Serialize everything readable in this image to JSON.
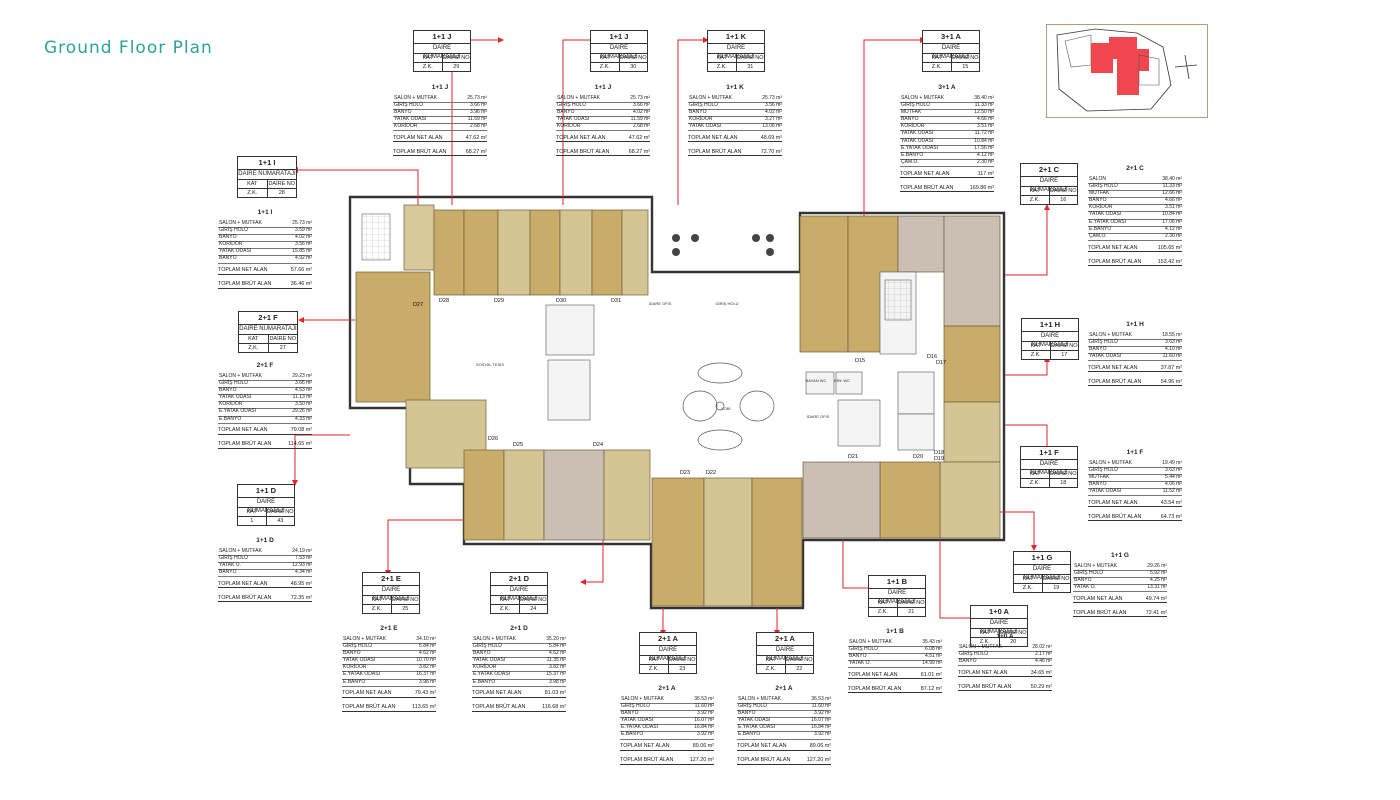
{
  "page": {
    "title": "Ground Floor Plan"
  },
  "labels": {
    "daire_numarataji": "DAİRE NUMARATAJI",
    "kat": "KAT",
    "daire_no": "DAİRE NO",
    "kat_value": "Z.K."
  },
  "colors": {
    "title": "#2aa39a",
    "accent_line": "#e0262a",
    "unit_dark": "#c9ab6a",
    "unit_light": "#d6c594",
    "unit_grey": "#cbbfb3",
    "key_highlight": "#f0464d"
  },
  "plan_rooms": [
    "SOSYAL TESİS",
    "İDARE OFİS",
    "GİRİŞ HOLÜ",
    "LOBİ",
    "BAYAN WC",
    "ERK WC",
    "İDARE OFİS"
  ],
  "doors": [
    "D28",
    "D29",
    "D30",
    "D31",
    "D27",
    "D25",
    "D24",
    "D26",
    "D23",
    "D22",
    "D21",
    "D20",
    "D15",
    "D16",
    "D17",
    "D18",
    "D19"
  ],
  "tags": [
    {
      "type": "1+1 J",
      "floor": "Z.K.",
      "no": "29"
    },
    {
      "type": "1+1 J",
      "floor": "Z.K.",
      "no": "30"
    },
    {
      "type": "1+1 K",
      "floor": "Z.K.",
      "no": "31"
    },
    {
      "type": "3+1 A",
      "floor": "Z.K.",
      "no": "15"
    },
    {
      "type": "1+1 I",
      "floor": "Z.K.",
      "no": "28"
    },
    {
      "type": "2+1 C",
      "floor": "Z.K.",
      "no": "16"
    },
    {
      "type": "2+1 F",
      "floor": "Z.K.",
      "no": "27"
    },
    {
      "type": "1+1 H",
      "floor": "Z.K.",
      "no": "17"
    },
    {
      "type": "1+1 F",
      "floor": "Z.K.",
      "no": "18"
    },
    {
      "type": "1+1 D",
      "floor": "1",
      "no": "43"
    },
    {
      "type": "1+1 G",
      "floor": "Z.K.",
      "no": "19"
    },
    {
      "type": "2+1 E",
      "floor": "Z.K.",
      "no": "25"
    },
    {
      "type": "2+1 D",
      "floor": "Z.K.",
      "no": "24"
    },
    {
      "type": "1+1 B",
      "floor": "Z.K.",
      "no": "21"
    },
    {
      "type": "1+0 A",
      "floor": "Z.K.",
      "no": "20"
    },
    {
      "type": "2+1 A",
      "floor": "Z.K.",
      "no": "23"
    },
    {
      "type": "2+1 A",
      "floor": "Z.K.",
      "no": "22"
    }
  ],
  "schedules": [
    {
      "title": "1+1 J",
      "rows": [
        [
          "SALON + MUTFAK",
          "25.73 m²"
        ],
        [
          "GİRİŞ HOLÜ",
          "3.66 m²"
        ],
        [
          "BANYO",
          "3.96 m²"
        ],
        [
          "YATAK ODASI",
          "11.59 m²"
        ],
        [
          "KORİDOR",
          "2.68 m²"
        ]
      ],
      "net": "47.62 m²",
      "brut": "68.27 m²"
    },
    {
      "title": "1+1 J",
      "rows": [
        [
          "SALON + MUTFAK",
          "25.73 m²"
        ],
        [
          "GİRİŞ HOLÜ",
          "3.66 m²"
        ],
        [
          "BANYO",
          "4.02 m²"
        ],
        [
          "YATAK ODASI",
          "11.59 m²"
        ],
        [
          "KORİDOR",
          "2.68 m²"
        ]
      ],
      "net": "47.62 m²",
      "brut": "68.27 m²"
    },
    {
      "title": "1+1 K",
      "rows": [
        [
          "SALON + MUTFAK",
          "25.73 m²"
        ],
        [
          "GİRİŞ HOLÜ",
          "3.56 m²"
        ],
        [
          "BANYO",
          "4.02 m²"
        ],
        [
          "KORİDOR",
          "3.27 m²"
        ],
        [
          "YATAK ODASI",
          "13.06 m²"
        ]
      ],
      "net": "48.69 m²",
      "brut": "72.70 m²"
    },
    {
      "title": "3+1 A",
      "rows": [
        [
          "SALON + MUTFAK",
          "38.40 m²"
        ],
        [
          "GİRİŞ HOLÜ",
          "11.33 m²"
        ],
        [
          "MUTFAK",
          "12.50 m²"
        ],
        [
          "BANYO",
          "4.66 m²"
        ],
        [
          "KORİDOR",
          "3.51 m²"
        ],
        [
          "YATAK ODASI",
          "11.72 m²"
        ],
        [
          "YATAK ODASI",
          "10.84 m²"
        ],
        [
          "E.YATAK ODASI",
          "17.56 m²"
        ],
        [
          "E.BANYO",
          "4.12 m²"
        ],
        [
          "ÇAM.O.",
          "2.30 m²"
        ]
      ],
      "net": "117 m²",
      "brut": "169.86 m²"
    },
    {
      "title": "1+1 I",
      "rows": [
        [
          "SALON + MUTFAK",
          "25.73 m²"
        ],
        [
          "GİRİŞ HOLÜ",
          "3.59 m²"
        ],
        [
          "BANYO",
          "4.02 m²"
        ],
        [
          "KORİDOR",
          "3.56 m²"
        ],
        [
          "YATAK ODASI",
          "15.85 m²"
        ],
        [
          "BANYO",
          "4.92 m²"
        ]
      ],
      "net": "57.66 m²",
      "brut": "36.46 m²"
    },
    {
      "title": "2+1 C",
      "rows": [
        [
          "SALON",
          "38.40 m²"
        ],
        [
          "GİRİŞ HOLÜ",
          "11.33 m²"
        ],
        [
          "MUTFAK",
          "12.66 m²"
        ],
        [
          "BANYO",
          "4.66 m²"
        ],
        [
          "KORİDOR",
          "3.51 m²"
        ],
        [
          "YATAK ODASI",
          "10.84 m²"
        ],
        [
          "E.YATAK ODASI",
          "17.06 m²"
        ],
        [
          "E.BANYO",
          "4.12 m²"
        ],
        [
          "ÇAM.O.",
          "2.30 m²"
        ]
      ],
      "net": "105.65 m²",
      "brut": "153.42 m²"
    },
    {
      "title": "2+1 F",
      "rows": [
        [
          "SALON + MUTFAK",
          "29.23 m²"
        ],
        [
          "GİRİŞ HOLÜ",
          "3.66 m²"
        ],
        [
          "BANYO",
          "4.53 m²"
        ],
        [
          "YATAK ODASI",
          "11.13 m²"
        ],
        [
          "KORİDOR",
          "3.50 m²"
        ],
        [
          "E.YATAK ODASI",
          "29.26 m²"
        ],
        [
          "E.BANYO",
          "4.33 m²"
        ]
      ],
      "net": "79.08 m²",
      "brut": "114.65 m²"
    },
    {
      "title": "1+1 H",
      "rows": [
        [
          "SALON + MUTFAK",
          "18.55 m²"
        ],
        [
          "GİRİŞ HOLÜ",
          "3.63 m²"
        ],
        [
          "BANYO",
          "4.10 m²"
        ],
        [
          "YATAK ODASI",
          "11.60 m²"
        ]
      ],
      "net": "37.87 m²",
      "brut": "54.96 m²"
    },
    {
      "title": "1+1 F",
      "rows": [
        [
          "SALON + MUTFAK",
          "19.49 m²"
        ],
        [
          "GİRİŞ HOLÜ",
          "3.63 m²"
        ],
        [
          "MUTFAK",
          "5.44 m²"
        ],
        [
          "BANYO",
          "4.06 m²"
        ],
        [
          "YATAK ODASI",
          "11.52 m²"
        ]
      ],
      "net": "43.54 m²",
      "brut": "64.73 m²"
    },
    {
      "title": "1+1 D",
      "rows": [
        [
          "SALON + MUTFAK",
          "24.19 m²"
        ],
        [
          "GİRİŞ HOLÜ",
          "7.53 m²"
        ],
        [
          "YATAK O.",
          "12.93 m²"
        ],
        [
          "BANYO",
          "4.34 m²"
        ]
      ],
      "net": "48.95 m²",
      "brut": "72.35 m²"
    },
    {
      "title": "1+1 G",
      "rows": [
        [
          "SALON + MUTFAK",
          "29.26 m²"
        ],
        [
          "GİRİŞ HOLÜ",
          "5.92 m²"
        ],
        [
          "BANYO",
          "4.25 m²"
        ],
        [
          "YATAK O.",
          "13.31 m²"
        ]
      ],
      "net": "49.74 m²",
      "brut": "72.41 m²"
    },
    {
      "title": "2+1 E",
      "rows": [
        [
          "SALON + MUTFAK",
          "34.10 m²"
        ],
        [
          "GİRİŞ HOLÜ",
          "5.84 m²"
        ],
        [
          "BANYO",
          "4.62 m²"
        ],
        [
          "YATAK ODASI",
          "10.70 m²"
        ],
        [
          "KORİDOR",
          "3.82 m²"
        ],
        [
          "E.YATAK ODASI",
          "16.37 m²"
        ],
        [
          "E.BANYO",
          "3.98 m²"
        ]
      ],
      "net": "79.43 m²",
      "brut": "113.65 m²"
    },
    {
      "title": "2+1 D",
      "rows": [
        [
          "SALON + MUTFAK",
          "35.20 m²"
        ],
        [
          "GİRİŞ HOLÜ",
          "5.84 m²"
        ],
        [
          "BANYO",
          "4.62 m²"
        ],
        [
          "YATAK ODASI",
          "11.35 m²"
        ],
        [
          "KORİDOR",
          "3.82 m²"
        ],
        [
          "E.YATAK ODASI",
          "15.37 m²"
        ],
        [
          "E.BANYO",
          "3.98 m²"
        ]
      ],
      "net": "81.03 m²",
      "brut": "116.68 m²"
    },
    {
      "title": "1+1 B",
      "rows": [
        [
          "SALON + MUTFAK",
          "35.43 m²"
        ],
        [
          "GİRİŞ HOLÜ",
          "6.08 m²"
        ],
        [
          "BANYO",
          "4.51 m²"
        ],
        [
          "YATAK O.",
          "14.99 m²"
        ]
      ],
      "net": "61.01 m²",
      "brut": "87.12 m²"
    },
    {
      "title": "1+0 A",
      "rows": [
        [
          "SALON + MUTFAK",
          "28.02 m²"
        ],
        [
          "GİRİŞ HOLÜ",
          "2.17 m²"
        ],
        [
          "BANYO",
          "4.46 m²"
        ]
      ],
      "net": "34.65 m²",
      "brut": "50.29 m²"
    },
    {
      "title": "2+1 A",
      "rows": [
        [
          "SALON + MUTFAK",
          "36.53 m²"
        ],
        [
          "GİRİŞ HOLÜ",
          "11.60 m²"
        ],
        [
          "BANYO",
          "3.92 m²"
        ],
        [
          "YATAK ODASI",
          "16.07 m²"
        ],
        [
          "E.YATAK ODASI",
          "16.84 m²"
        ],
        [
          "E.BANYO",
          "3.92 m²"
        ]
      ],
      "net": "89.06 m²",
      "brut": "127.20 m²"
    },
    {
      "title": "2+1 A",
      "rows": [
        [
          "SALON + MUTFAK",
          "36.53 m²"
        ],
        [
          "GİRİŞ HOLÜ",
          "11.60 m²"
        ],
        [
          "BANYO",
          "3.92 m²"
        ],
        [
          "YATAK ODASI",
          "16.07 m²"
        ],
        [
          "E.YATAK ODASI",
          "16.84 m²"
        ],
        [
          "E.BANYO",
          "3.92 m²"
        ]
      ],
      "net": "89.06 m²",
      "brut": "127.20 m²"
    }
  ],
  "schedule_labels": {
    "net": "TOPLAM NET ALAN",
    "brut": "TOPLAM BRÜT ALAN"
  }
}
